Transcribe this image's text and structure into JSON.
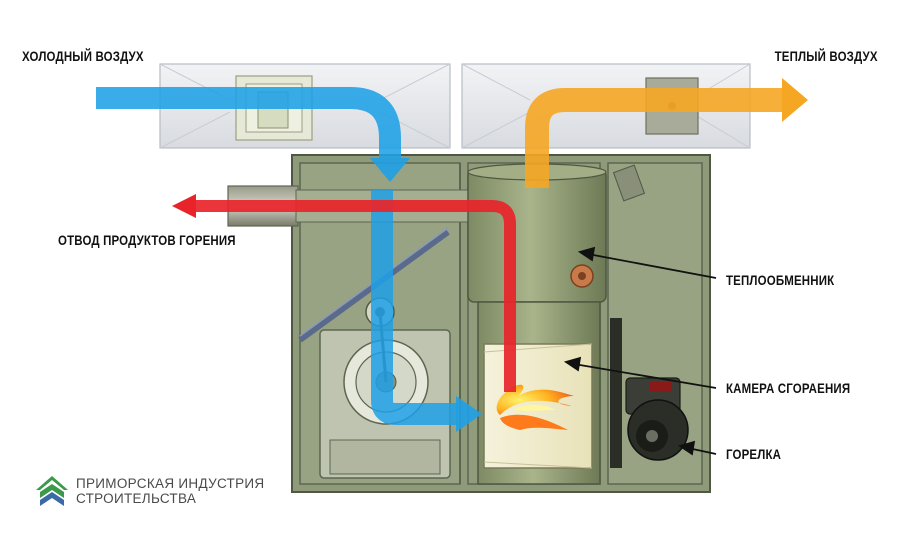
{
  "labels": {
    "cold_air": "ХОЛОДНЫЙ ВОЗДУХ",
    "warm_air": "ТЕПЛЫЙ ВОЗДУХ",
    "exhaust": "ОТВОД ПРОДУКТОВ ГОРЕНИЯ",
    "heat_exchanger": "ТЕПЛООБМЕННИК",
    "combustion_chamber": "КАМЕРА СГОРАЕНИЯ",
    "burner": "ГОРЕЛКА"
  },
  "logo": {
    "line1": "ПРИМОРСКАЯ ИНДУСТРИЯ",
    "line2": "СТРОИТЕЛЬСТВА",
    "icon": "house-logo-icon"
  },
  "colors": {
    "cold_flow": "#1ea0e6",
    "warm_flow": "#f5a623",
    "exhaust_flow": "#e8242a",
    "housing": "#8e9a7a",
    "housing_dark": "#6f7a5e",
    "duct": "#e4e6ea",
    "logo_green": "#3a9a4a",
    "logo_blue": "#3a6aa8"
  }
}
